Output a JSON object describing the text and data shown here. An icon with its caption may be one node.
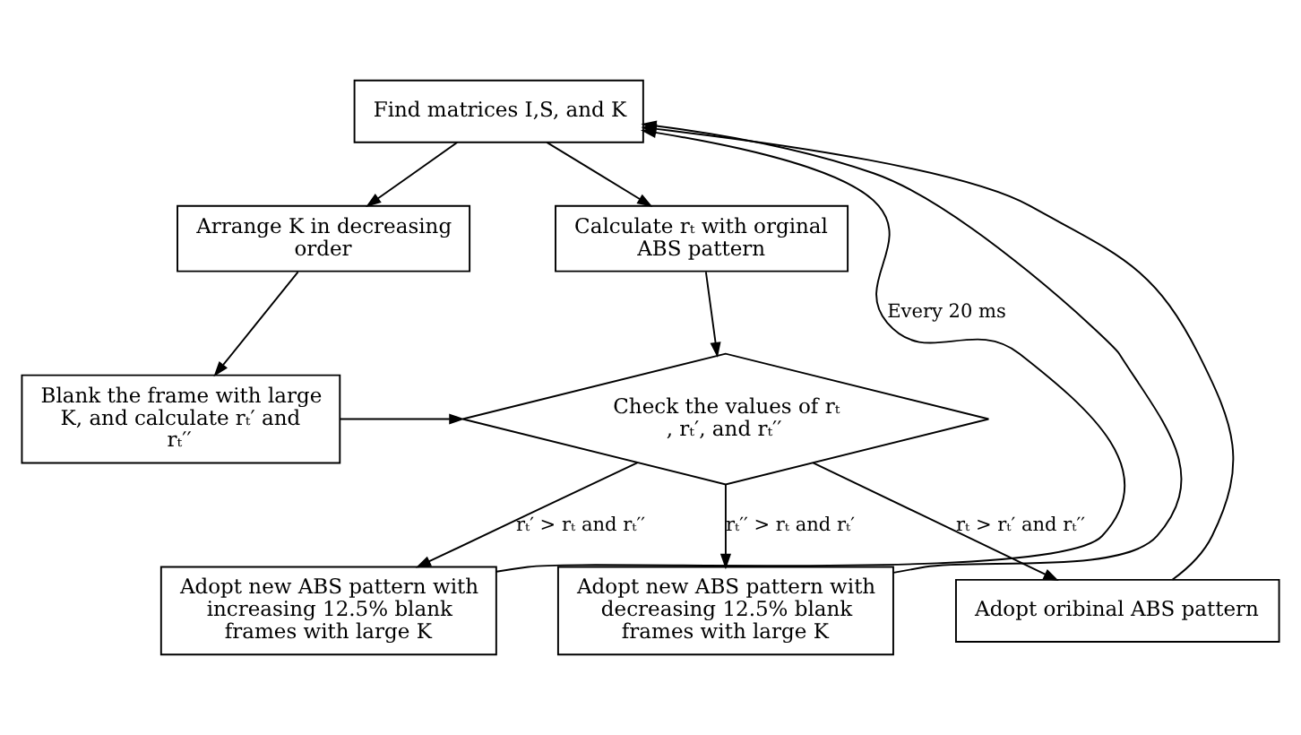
{
  "diagram": {
    "nodes": [
      {
        "text": [
          "Find matrices I,S, and K"
        ]
      },
      {
        "text": [
          "Arrange K in decreasing order"
        ]
      },
      {
        "text": [
          "Calculate rₜ with orginal ABS pattern"
        ]
      },
      {
        "text": [
          "Blank the frame with large K, and calculate rₜ′ and rₜ′′"
        ]
      },
      {
        "text": [
          "Check the values of rₜ , rₜ′, and rₜ′′"
        ]
      },
      {
        "text": [
          "Adopt new ABS pattern with increasing 12.5% blank frames with large K"
        ]
      },
      {
        "text": [
          "Adopt new ABS pattern with decreasing 12.5% blank frames with large K"
        ]
      },
      {
        "text": [
          "Adopt oribinal ABS pattern"
        ]
      }
    ],
    "edges": [
      {
        "from": 0,
        "to": 1,
        "arrow": "to"
      },
      {
        "from": 0,
        "to": 2,
        "arrow": "to"
      },
      {
        "from": 1,
        "to": 3,
        "arrow": "to"
      },
      {
        "from": 3,
        "to": 4,
        "arrow": "to"
      },
      {
        "from": 2,
        "to": 4,
        "arrow": "to"
      },
      {
        "from": 4,
        "to": 5,
        "arrow": "to",
        "label": "rₜ′ > rₜ and rₜ′′"
      },
      {
        "from": 4,
        "to": 6,
        "arrow": "to",
        "label": "rₜ′′ > rₜ and rₜ′"
      },
      {
        "from": 4,
        "to": 7,
        "arrow": "to",
        "label": "rₜ > rₜ′ and rₜ′′"
      },
      {
        "from": 5,
        "to": 0,
        "arrow": "to",
        "label": "Every 20 ms"
      },
      {
        "from": 6,
        "to": 0,
        "arrow": "to"
      },
      {
        "from": 7,
        "to": 0,
        "arrow": "to"
      }
    ]
  }
}
